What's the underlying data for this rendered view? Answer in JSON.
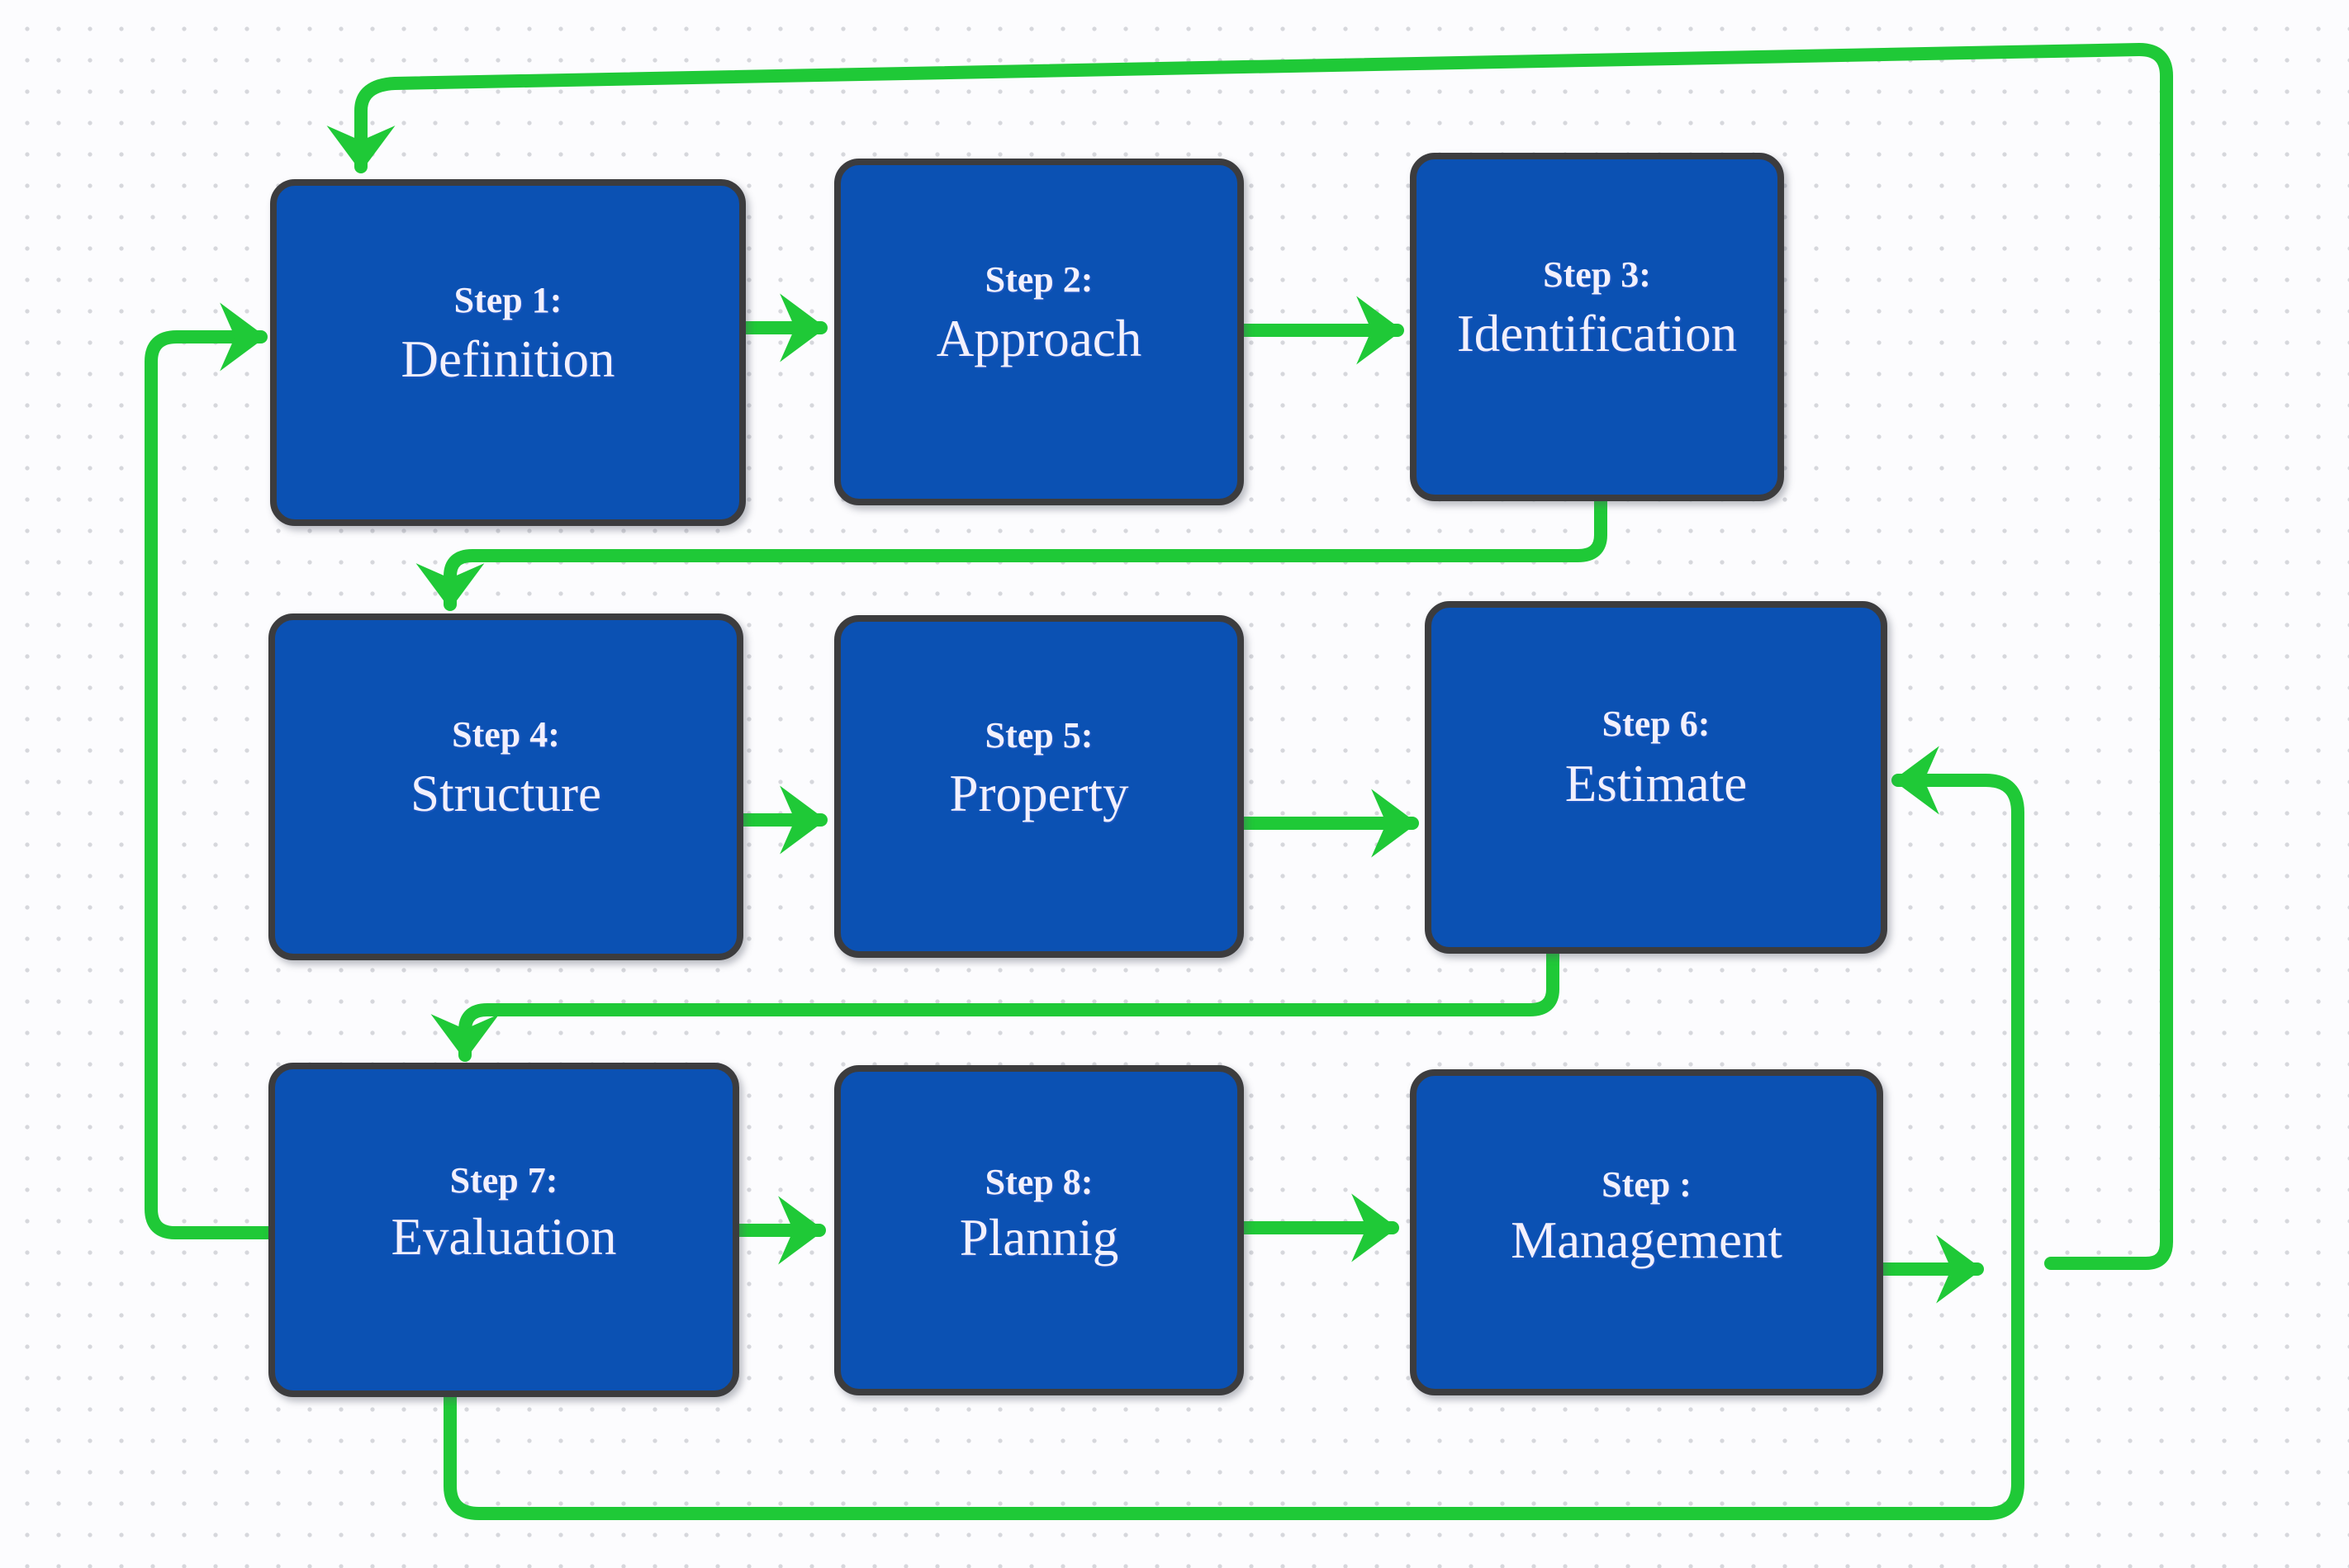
{
  "diagram": {
    "colors": {
      "background": "#fcfcfe",
      "dots": "#d6d7dc",
      "box_fill": "#0b51b3",
      "box_border": "#3c3c3e",
      "text": "#f2f0fc",
      "arrow": "#1fc937"
    },
    "steps": [
      {
        "title": "Step 1:",
        "label": "Definition"
      },
      {
        "title": "Step 2:",
        "label": "Approach"
      },
      {
        "title": "Step 3:",
        "label": "Identification"
      },
      {
        "title": "Step 4:",
        "label": "Structure"
      },
      {
        "title": "Step 5:",
        "label": "Property"
      },
      {
        "title": "Step 6:",
        "label": "Estimate"
      },
      {
        "title": "Step 7:",
        "label": "Evaluation"
      },
      {
        "title": "Step 8:",
        "label": "Plannig"
      },
      {
        "title": "Step :",
        "label": "Management"
      }
    ],
    "edges": [
      {
        "from": "Definition",
        "to": "Approach"
      },
      {
        "from": "Approach",
        "to": "Identification"
      },
      {
        "from": "Identification",
        "to": "Structure"
      },
      {
        "from": "Structure",
        "to": "Property"
      },
      {
        "from": "Property",
        "to": "Estimate"
      },
      {
        "from": "Estimate",
        "to": "Evaluation"
      },
      {
        "from": "Evaluation",
        "to": "Plannig"
      },
      {
        "from": "Plannig",
        "to": "Management"
      },
      {
        "from": "Evaluation",
        "to": "Definition"
      },
      {
        "from": "Evaluation",
        "to": "Estimate"
      },
      {
        "from": "Management",
        "to": "Definition"
      },
      {
        "from": "Management",
        "to": "Estimate"
      }
    ]
  }
}
